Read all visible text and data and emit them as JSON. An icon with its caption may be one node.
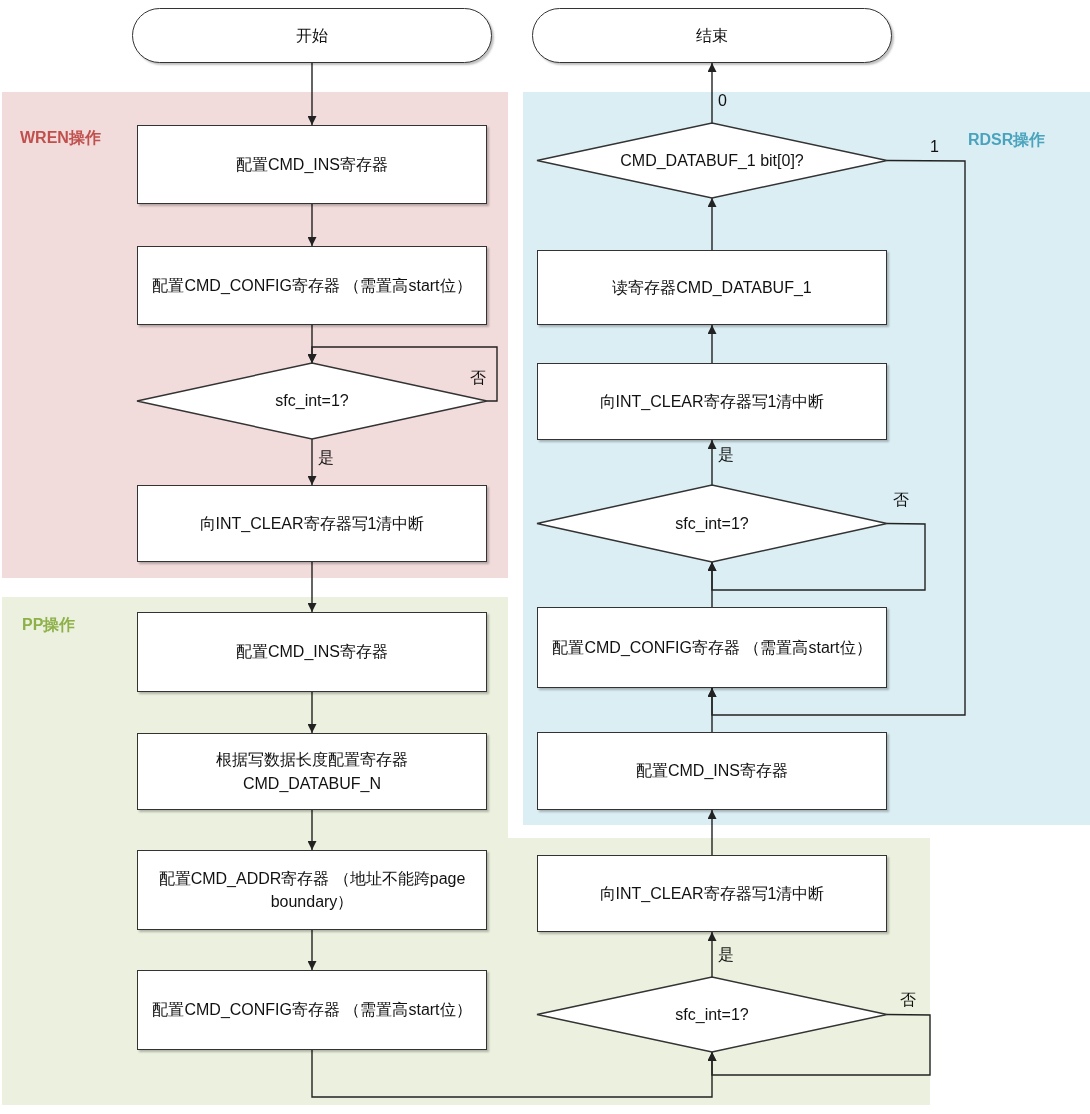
{
  "diagram": {
    "nodes": [
      {
        "text": [
          "开始"
        ]
      },
      {
        "text": [
          "结束"
        ]
      },
      {
        "text": [
          "WREN操作"
        ]
      },
      {
        "text": [
          "配置CMD_INS寄存器"
        ],
        "in": 2
      },
      {
        "text": [
          "配置CMD_CONFIG寄存器 （需置高start位）"
        ],
        "in": 2
      },
      {
        "text": [
          "sfc_int=1?"
        ],
        "in": 2
      },
      {
        "text": [
          "向INT_CLEAR寄存器写1清中断"
        ],
        "in": 2
      },
      {
        "text": [
          "PP操作"
        ]
      },
      {
        "text": [
          "配置CMD_INS寄存器"
        ],
        "in": 7
      },
      {
        "text": [
          "根据写数据长度配置寄存器 CMD_DATABUF_N"
        ],
        "in": 7
      },
      {
        "text": [
          "配置CMD_ADDR寄存器 （地址不能跨page boundary）"
        ],
        "in": 7
      },
      {
        "text": [
          "配置CMD_CONFIG寄存器 （需置高start位）"
        ],
        "in": 7
      },
      {
        "text": [
          "sfc_int=1?"
        ],
        "in": 7
      },
      {
        "text": [
          "向INT_CLEAR寄存器写1清中断"
        ],
        "in": 7
      },
      {
        "text": [
          "RDSR操作"
        ]
      },
      {
        "text": [
          "配置CMD_INS寄存器"
        ],
        "in": 14
      },
      {
        "text": [
          "配置CMD_CONFIG寄存器 （需置高start位）"
        ],
        "in": 14
      },
      {
        "text": [
          "sfc_int=1?"
        ],
        "in": 14
      },
      {
        "text": [
          "向INT_CLEAR寄存器写1清中断"
        ],
        "in": 14
      },
      {
        "text": [
          "读寄存器CMD_DATABUF_1"
        ],
        "in": 14
      },
      {
        "text": [
          "CMD_DATABUF_1 bit[0]?"
        ],
        "in": 14
      }
    ],
    "edges": [
      {
        "from": 0,
        "to": 3,
        "arrow": "to"
      },
      {
        "from": 3,
        "to": 4,
        "arrow": "to"
      },
      {
        "from": 4,
        "to": 5,
        "arrow": "to"
      },
      {
        "from": 5,
        "to": 5,
        "arrow": "to",
        "label": "否"
      },
      {
        "from": 5,
        "to": 6,
        "arrow": "to",
        "label": "是"
      },
      {
        "from": 6,
        "to": 8,
        "arrow": "to"
      },
      {
        "from": 8,
        "to": 9,
        "arrow": "to"
      },
      {
        "from": 9,
        "to": 10,
        "arrow": "to"
      },
      {
        "from": 10,
        "to": 11,
        "arrow": "to"
      },
      {
        "from": 11,
        "to": 12,
        "arrow": "to"
      },
      {
        "from": 12,
        "to": 12,
        "arrow": "to",
        "label": "否"
      },
      {
        "from": 12,
        "to": 13,
        "arrow": "to",
        "label": "是"
      },
      {
        "from": 13,
        "to": 15,
        "arrow": "to"
      },
      {
        "from": 15,
        "to": 16,
        "arrow": "to"
      },
      {
        "from": 16,
        "to": 17,
        "arrow": "to"
      },
      {
        "from": 17,
        "to": 17,
        "arrow": "to",
        "label": "否"
      },
      {
        "from": 17,
        "to": 18,
        "arrow": "to",
        "label": "是"
      },
      {
        "from": 18,
        "to": 19,
        "arrow": "to"
      },
      {
        "from": 19,
        "to": 20,
        "arrow": "to"
      },
      {
        "from": 20,
        "to": 1,
        "arrow": "to",
        "label": "0"
      },
      {
        "from": 20,
        "to": 16,
        "arrow": "to",
        "label": "1"
      }
    ]
  }
}
